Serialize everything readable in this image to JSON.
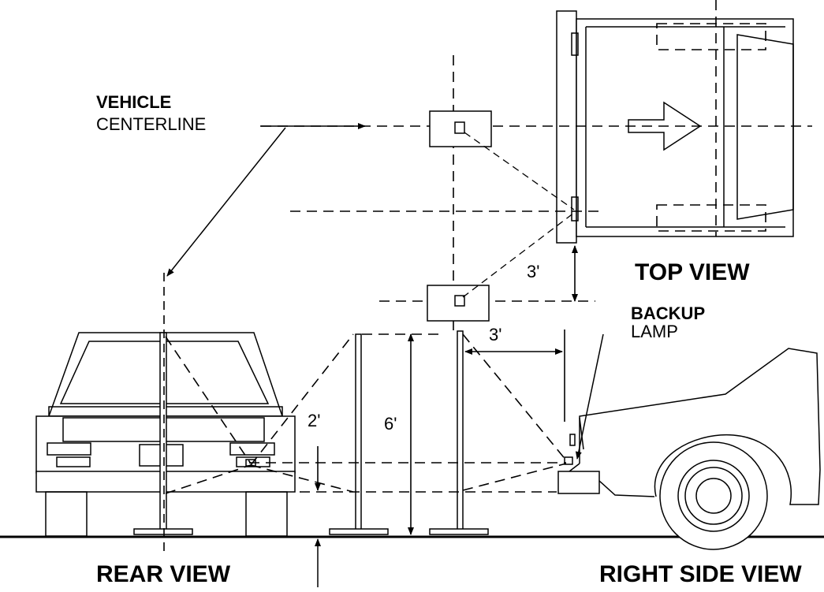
{
  "labels": {
    "vehicle": "VEHICLE",
    "centerline": "CENTERLINE",
    "top_view": "TOP VIEW",
    "backup": "BACKUP",
    "lamp": "LAMP",
    "rear_view": "REAR VIEW",
    "right_side_view": "RIGHT SIDE VIEW"
  },
  "dimensions": {
    "top_offset": "3'",
    "side_offset": "3'",
    "low_height": "2'",
    "high_height": "6'"
  },
  "colors": {
    "stroke": "#000000",
    "background": "#ffffff"
  }
}
